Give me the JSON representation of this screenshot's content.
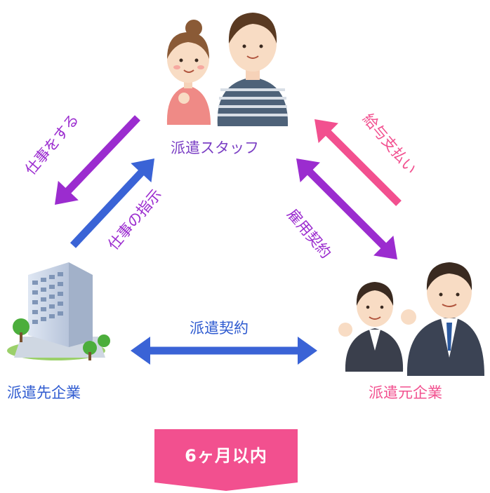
{
  "nodes": {
    "staff": {
      "label": "派遣スタッフ"
    },
    "client": {
      "label": "派遣先企業"
    },
    "agency": {
      "label": "派遣元企業"
    }
  },
  "edges": {
    "work_done": {
      "label": "仕事をする"
    },
    "instruction": {
      "label": "仕事の指示"
    },
    "salary": {
      "label": "給与支払い"
    },
    "employment": {
      "label": "雇用契約"
    },
    "dispatch": {
      "label": "派遣契約"
    }
  },
  "banner": {
    "label": "6ヶ月以内"
  },
  "colors": {
    "purple": "#9b2ccf",
    "blue": "#3a63d6",
    "pink": "#f2508f",
    "banner": "#f2508f",
    "staff_label": "#7b3fc4",
    "client_label": "#2f5bd0",
    "agency_label": "#f2508f"
  }
}
